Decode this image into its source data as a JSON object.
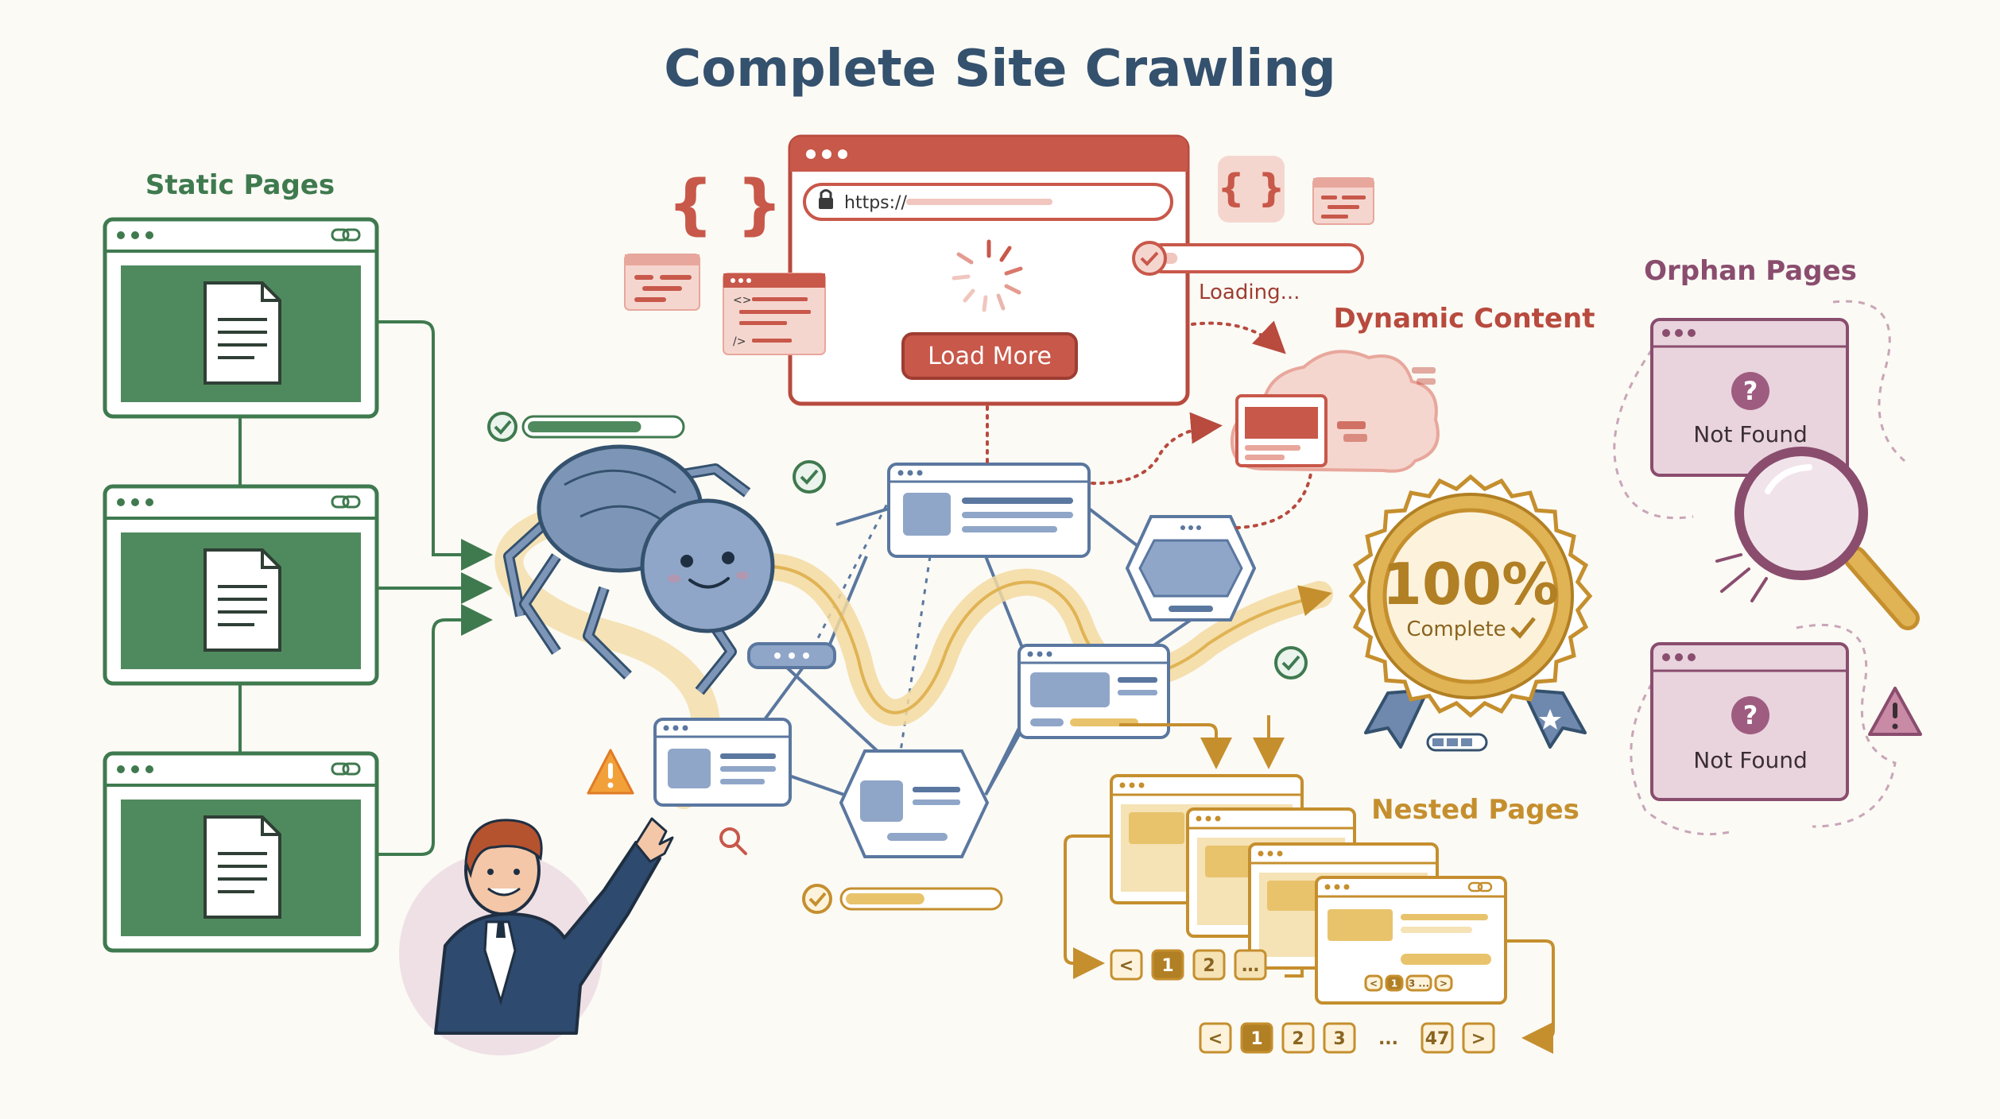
{
  "title": "Complete Site Crawling",
  "sections": {
    "static": "Static Pages",
    "dynamic": "Dynamic Content",
    "orphan": "Orphan Pages",
    "nested": "Nested Pages"
  },
  "browser": {
    "url": "https://",
    "load_more": "Load More",
    "loading": "Loading..."
  },
  "badge": {
    "percent": "100%",
    "label": "Complete"
  },
  "orphan": {
    "card1": {
      "mark": "?",
      "text": "Not Found"
    },
    "card2": {
      "mark": "?",
      "text": "Not Found"
    }
  },
  "code": {
    "braces": "{ }",
    "open_tag": "<>",
    "close_tag": "/>"
  },
  "pagination": {
    "small": [
      "<",
      "1",
      "2",
      "…"
    ],
    "mini": [
      "<",
      "1",
      "3 ...",
      ">"
    ],
    "large": [
      "<",
      "1",
      "2",
      "3",
      "...",
      "47",
      ">"
    ]
  },
  "progress": {
    "top_bar": 0.75,
    "bottom_bar": 0.52,
    "loading_bar": 0.08
  },
  "colors": {
    "green": "#3f7a4f",
    "navy": "#34516e",
    "red": "#c8584a",
    "gold": "#cf9c3c",
    "plum": "#8a4d6e",
    "blue": "#5a779f"
  }
}
